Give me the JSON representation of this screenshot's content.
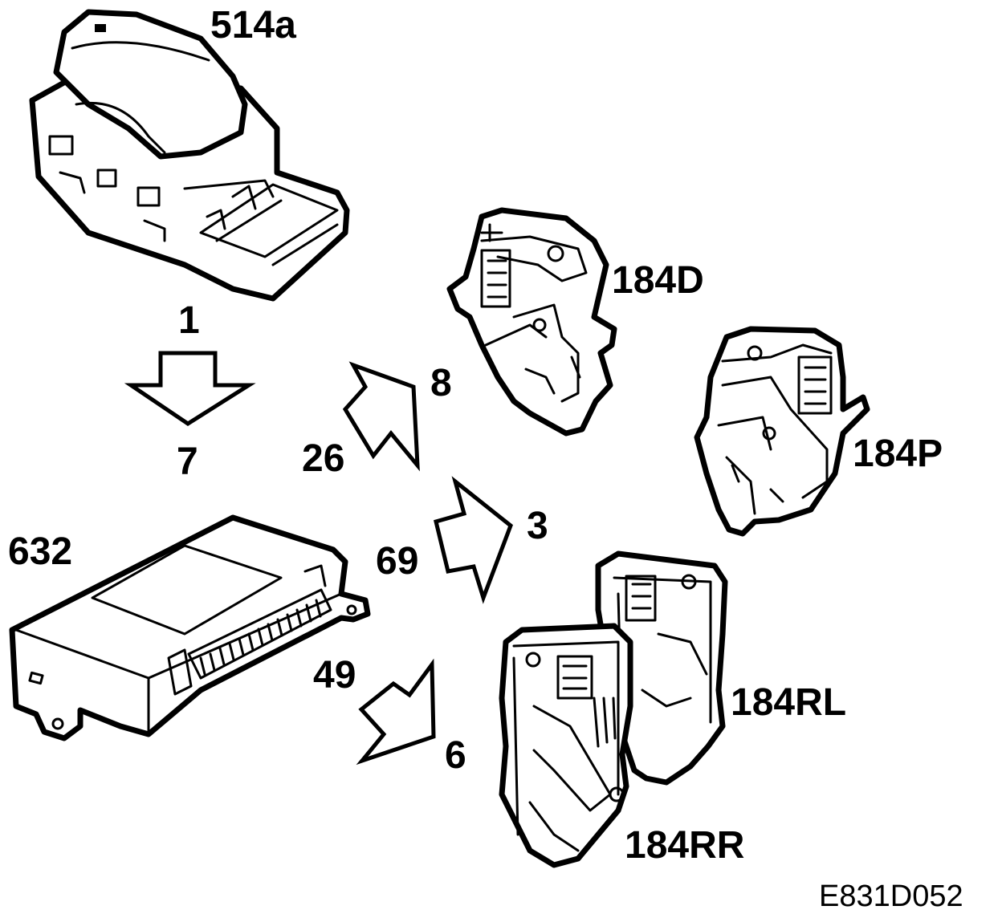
{
  "labels": {
    "switch_514a": "514a",
    "module_184d": "184D",
    "module_184p": "184P",
    "module_184rl": "184RL",
    "module_184rr": "184RR",
    "control_unit_632": "632",
    "pin_1": "1",
    "pin_7": "7",
    "pin_26": "26",
    "pin_8": "8",
    "pin_69": "69",
    "pin_3": "3",
    "pin_49": "49",
    "pin_6": "6"
  },
  "figure_code": "E831D052",
  "colors": {
    "line": "#000000",
    "background": "#ffffff"
  }
}
